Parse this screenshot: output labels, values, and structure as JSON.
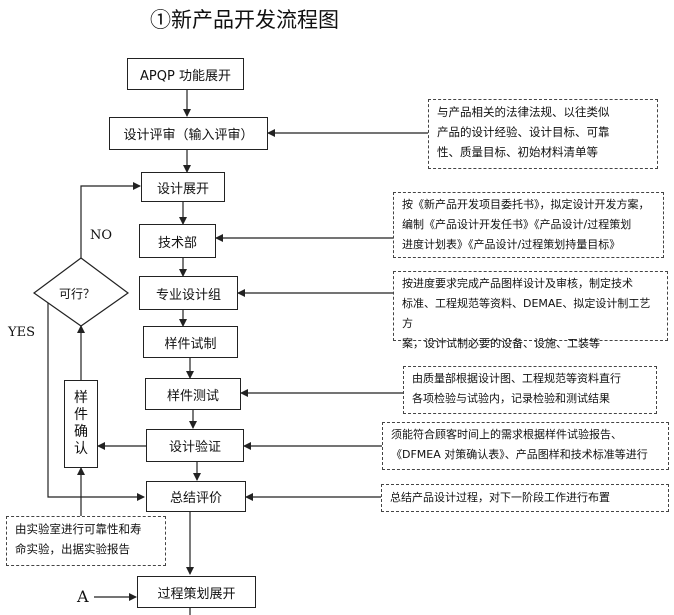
{
  "title": "①新产品开发流程图",
  "boxes": {
    "apqp": "APQP 功能展开",
    "review": "设计评审（输入评审）",
    "design_start": "设计展开",
    "tech": "技术部",
    "design_group": "专业设计组",
    "trial": "样件试制",
    "test": "样件测试",
    "verify": "设计验证",
    "summary": "总结评价",
    "process": "过程策划展开",
    "confirm": "样件确认",
    "feasible": "可行？"
  },
  "labels": {
    "no": "NO",
    "yes": "YES",
    "a": "A"
  },
  "notes": {
    "n1": [
      "与产品相关的法律法规、以往类似",
      "产品的设计经验、设计目标、可靠",
      "性、质量目标、初始材料清单等"
    ],
    "n2": [
      "按《新产品开发项目委托书》，拟定设计开发方案，",
      "编制《产品设计开发任书》《产品设计/过程策划",
      "进度计划表》《产品设计/过程策划持量目标》"
    ],
    "n3": [
      "按进度要求完成产品图样设计及审核，制定技术",
      "标准、工程规范等资料、DEMAE、拟定设计制工艺方",
      "案，设计试制必要的设备、设施、工装等"
    ],
    "n4": [
      "由质量部根据设计图、工程规范等资料直行",
      "各项检验与试验内，记录检验和测试结果"
    ],
    "n5": [
      "须能符合顾客时间上的需求根据样件试验报告、",
      "《DFMEA 对策确认表》、产品图样和技术标准等进行"
    ],
    "n6": [
      "总结产品设计过程，对下一阶段工作进行布置"
    ],
    "n7": [
      "由实验室进行可靠性和寿",
      "命实验，出据实验报告"
    ]
  }
}
